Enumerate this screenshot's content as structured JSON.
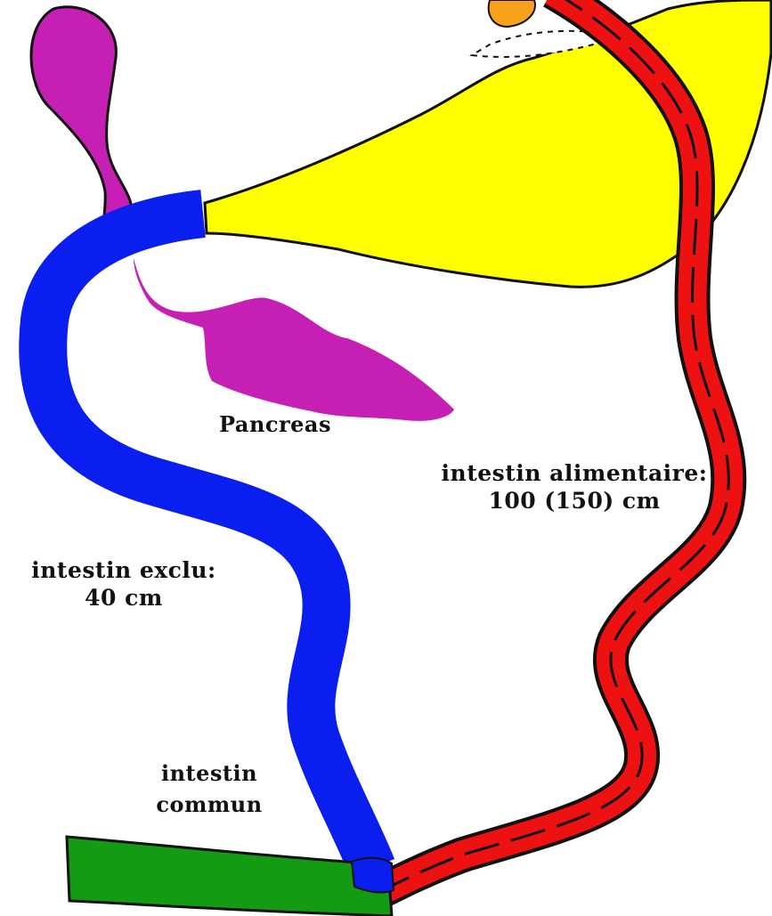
{
  "labels": {
    "pancreas": "Pancreas",
    "intestin_alimentaire_line1": "intestin alimentaire:",
    "intestin_alimentaire_line2": "100 (150) cm",
    "intestin_exclu_line1": "intestin exclu:",
    "intestin_exclu_line2": "40 cm",
    "intestin_commun_line1": "intestin",
    "intestin_commun_line2": "commun"
  },
  "colors": {
    "stomach": "#ffff00",
    "excluded_limb": "#0a1eef",
    "alimentary_limb": "#ee1111",
    "pancreas_gallbladder": "#c61fb4",
    "common_limb": "#139b13",
    "pouch": "#f7a21a",
    "outline": "#111111"
  }
}
